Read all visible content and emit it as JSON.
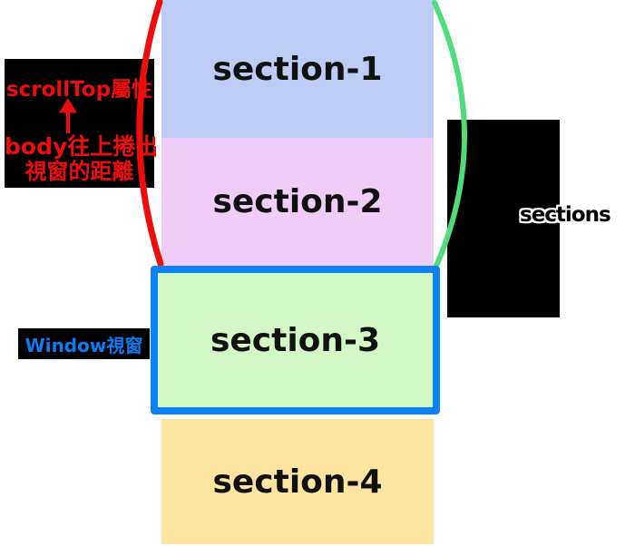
{
  "colors": {
    "section1_bg": "#bdcbf5",
    "section2_bg": "#efcdf8",
    "section3_bg": "#d2f8c6",
    "section4_bg": "#fde5a1",
    "viewport_border": "#0d82f5",
    "window_label_blue": "#0d7bf2",
    "annotation_red": "#ee0d0d",
    "curve_red": "#ee0d0d",
    "curve_green": "#50dc7d",
    "callout_bg": "#000000"
  },
  "sections": [
    {
      "label": "section-1"
    },
    {
      "label": "section-2"
    },
    {
      "label": "section-3"
    },
    {
      "label": "section-4"
    }
  ],
  "scrolltop_callout": {
    "title": "scrollTop屬性",
    "desc_line1": "body往上捲出",
    "desc_line2": "視窗的距離"
  },
  "window_callout": {
    "label": "Window視窗"
  },
  "right_callout": {
    "label": "sections"
  }
}
